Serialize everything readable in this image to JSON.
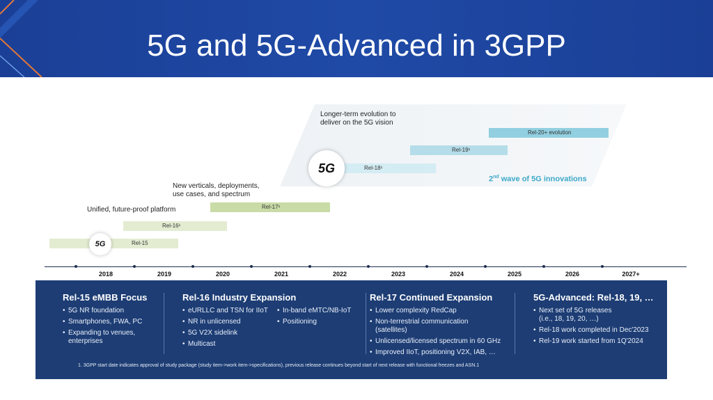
{
  "title": "5G and 5G-Advanced in 3GPP",
  "colors": {
    "header_blue": "#1f4aa6",
    "panel_navy": "#1d3d74",
    "green_bar": "#c9dba7",
    "blue_bar": "#92cfe0",
    "accent_teal": "#3ca8c8"
  },
  "timeline": {
    "years": [
      "2018",
      "2019",
      "2020",
      "2021",
      "2022",
      "2023",
      "2024",
      "2025",
      "2026",
      "2027+"
    ],
    "notes": {
      "unified": "Unified, future-proof platform",
      "verticals": "New verticals, deployments, use cases, and spectrum",
      "longer_term": "Longer-term evolution to deliver on the 5G vision"
    },
    "wave2": {
      "prefix": "2",
      "sup": "nd",
      "text": " wave of 5G innovations"
    },
    "logo_text": "5G",
    "releases": {
      "rel15": "Rel-15",
      "rel16": "Rel-16¹",
      "rel17": "Rel-17¹",
      "rel18": "Rel-18¹",
      "rel19": "Rel-19¹",
      "rel20": "Rel-20+ evolution"
    }
  },
  "panels": [
    {
      "heading": "Rel-15 eMBB Focus",
      "items": [
        "5G NR foundation",
        "Smartphones, FWA, PC",
        "Expanding to venues, enterprises"
      ]
    },
    {
      "heading": "Rel-16 Industry Expansion",
      "items": [
        "eURLLC and TSN for IIoT",
        "NR in unlicensed",
        "5G V2X sidelink",
        "Multicast"
      ],
      "items2": [
        "In-band eMTC/NB-IoT",
        "Positioning"
      ]
    },
    {
      "heading": "Rel-17 Continued Expansion",
      "items": [
        "Lower complexity RedCap",
        "Non-terrestrial communication (satellites)",
        "Unlicensed/licensed spectrum in 60 GHz",
        "Improved IIoT, positioning V2X, IAB, …"
      ]
    },
    {
      "heading": "5G-Advanced: Rel-18, 19, …",
      "items": [
        "Next set of 5G releases (i.e., 18, 19, 20, …)",
        "Rel-18 work completed in Dec'2023",
        "Rel-19 work started from 1Q'2024"
      ]
    }
  ],
  "footnote": "1. 3GPP start date indicates approval of study package (study item->work item->specifications), previous release continues beyond start of next release with functional freezes and ASN.1"
}
